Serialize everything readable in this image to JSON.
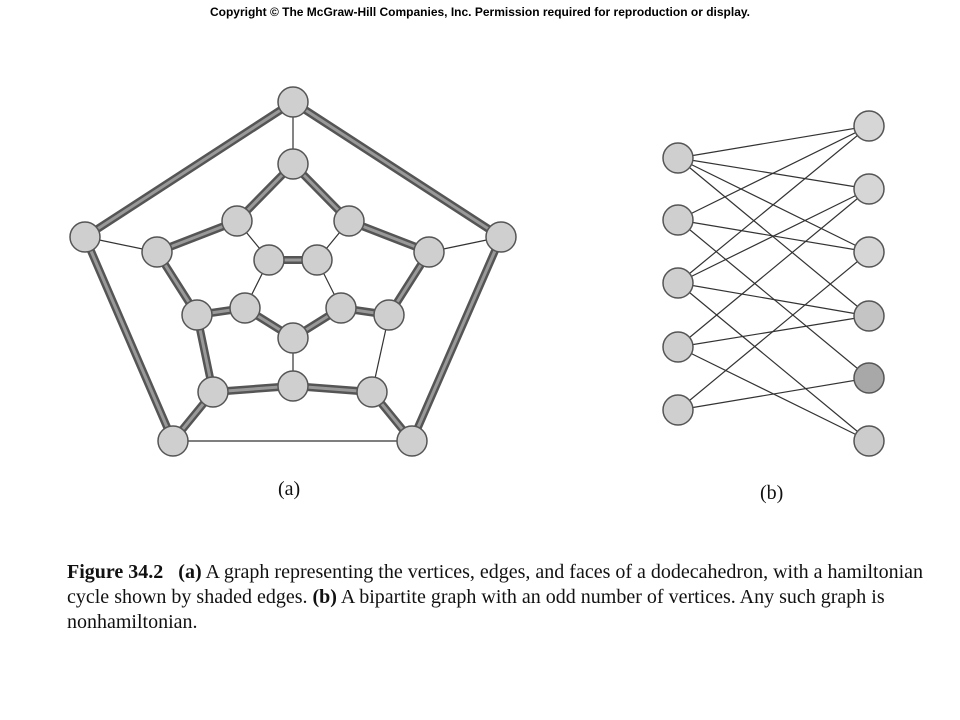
{
  "header": {
    "copyright": "Copyright © The McGraw-Hill Companies, Inc. Permission required for reproduction or display."
  },
  "figure": {
    "label_a": "(a)",
    "label_b": "(b)",
    "caption": {
      "number": "Figure 34.2",
      "part_a_tag": "(a)",
      "part_a_text": "A graph representing the vertices, edges, and faces of a dodecahedron, with a hamiltonian cycle shown by shaded edges.",
      "part_b_tag": "(b)",
      "part_b_text": "A bipartite graph with an odd number of vertices. Any such graph is nonhamiltonian."
    }
  },
  "colors": {
    "node_fill": "#cfcfcf",
    "node_stroke": "#555555",
    "edge": "#333333",
    "cycle_edge": "#555555",
    "cycle_edge_core": "#999999"
  },
  "graph_a": {
    "vertex_count": 20,
    "edge_count": 30,
    "cycle_edges": 20
  },
  "graph_b": {
    "left_vertices": 5,
    "right_vertices": 6
  }
}
